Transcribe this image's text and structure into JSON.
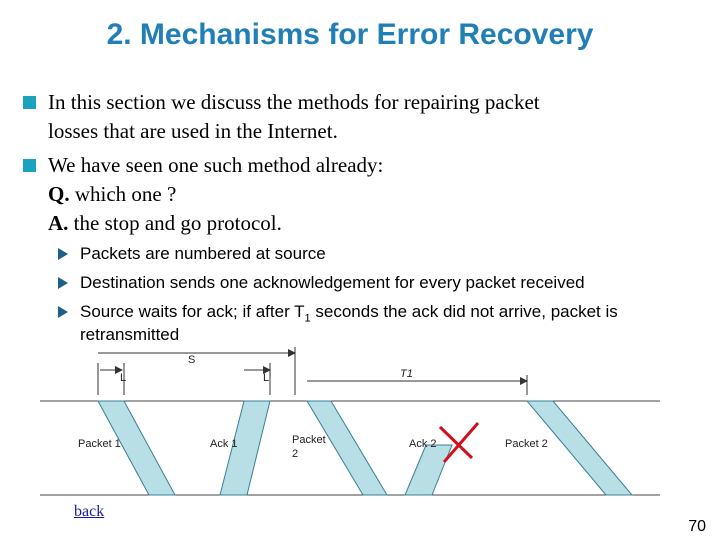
{
  "title": "2. Mechanisms for Error Recovery",
  "bullets": {
    "b1_line1": "In this section we discuss the methods for repairing packet",
    "b1_line2": "losses that are used in the Internet.",
    "b2_line1": "We have seen one such method already:",
    "q_label": "Q.",
    "q_text": " which one ?",
    "a_label": "A.",
    "a_text": " the stop and go protocol."
  },
  "subbullets": {
    "s1": "Packets are numbered at source",
    "s2": "Destination sends one acknowledgement for every packet received",
    "s3_pre": "Source waits for ack; if after T",
    "s3_sub": "1",
    "s3_post": " seconds the ack did not arrive, packet is",
    "s3_line2": "retransmitted"
  },
  "diagram": {
    "label_s": "S",
    "label_l": "L",
    "label_lprime": "L'",
    "label_t1": "T1",
    "packet1": "Packet 1",
    "ack1": "Ack 1",
    "packet2_line1": "Packet",
    "packet2_line2": "2",
    "ack2": "Ack 2",
    "packet2_retx": "Packet 2",
    "band_color": "#b8dfe6",
    "cross_color": "#d0101e"
  },
  "footer": {
    "back": "back",
    "page": "70"
  }
}
